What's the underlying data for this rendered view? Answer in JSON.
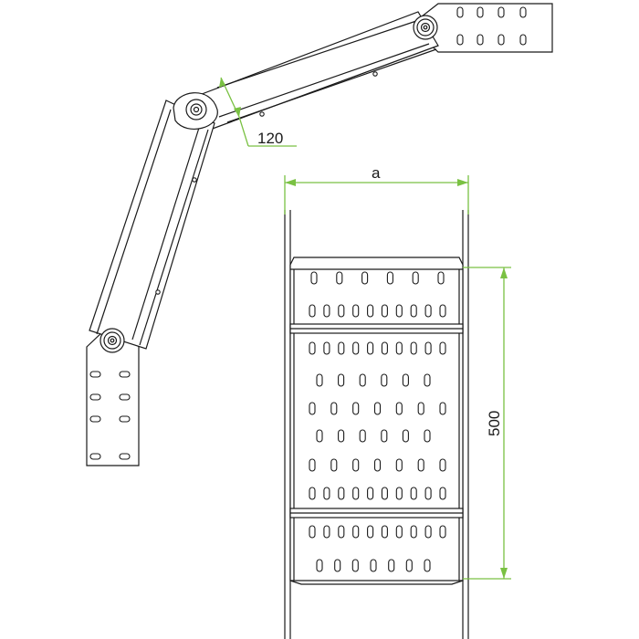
{
  "colors": {
    "line": "#1a1a1a",
    "dimension": "#7ac143",
    "background": "#ffffff"
  },
  "dimensions": {
    "width_label": "a",
    "length_label": "500",
    "hinge_label": "120"
  }
}
